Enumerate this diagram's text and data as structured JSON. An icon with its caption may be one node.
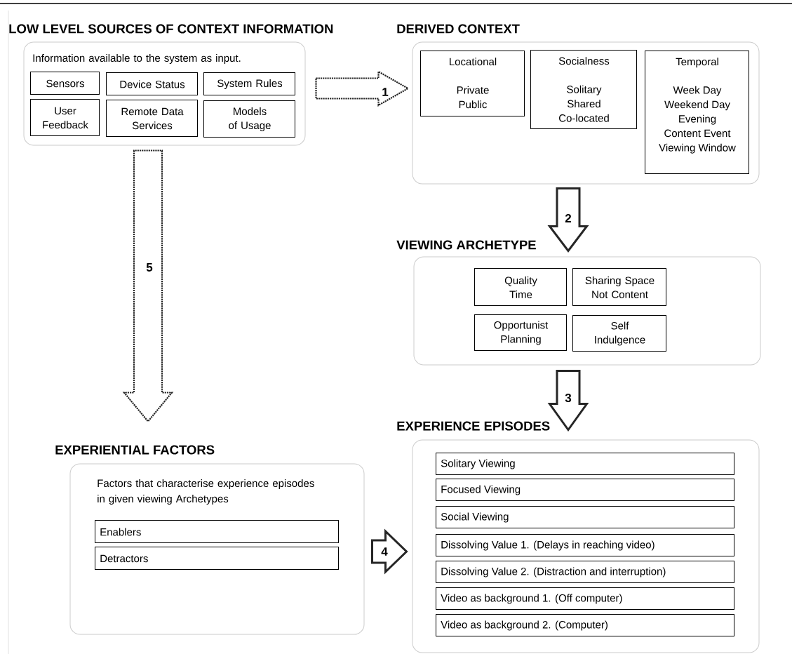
{
  "diagram": {
    "nodes": [
      {
        "text": [
          "LOW LEVEL SOURCES OF CONTEXT INFORMATION",
          "Information available to the system as input."
        ]
      },
      {
        "text": [
          "Sensors"
        ],
        "in": 0
      },
      {
        "text": [
          "Device Status"
        ],
        "in": 0
      },
      {
        "text": [
          "System Rules"
        ],
        "in": 0
      },
      {
        "text": [
          "User Feedback"
        ],
        "in": 0
      },
      {
        "text": [
          "Remote Data Services"
        ],
        "in": 0
      },
      {
        "text": [
          "Models of Usage"
        ],
        "in": 0
      },
      {
        "text": [
          "DERIVED CONTEXT"
        ]
      },
      {
        "text": [
          "Locational",
          "Private",
          "Public"
        ],
        "in": 7
      },
      {
        "text": [
          "Socialness",
          "Solitary",
          "Shared",
          "Co-located"
        ],
        "in": 7
      },
      {
        "text": [
          "Temporal",
          "Week Day",
          "Weekend Day",
          "Evening",
          "Content Event",
          "Viewing Window"
        ],
        "in": 7
      },
      {
        "text": [
          "VIEWING ARCHETYPE"
        ]
      },
      {
        "text": [
          "Quality Time"
        ],
        "in": 11
      },
      {
        "text": [
          "Sharing Space Not Content"
        ],
        "in": 11
      },
      {
        "text": [
          "Opportunist Planning"
        ],
        "in": 11
      },
      {
        "text": [
          "Self Indulgence"
        ],
        "in": 11
      },
      {
        "text": [
          "EXPERIENTIAL FACTORS",
          "Factors that characterise experience episodes in given viewing Archetypes"
        ]
      },
      {
        "text": [
          "Enablers"
        ],
        "in": 16
      },
      {
        "text": [
          "Detractors"
        ],
        "in": 16
      },
      {
        "text": [
          "EXPERIENCE EPISODES"
        ]
      },
      {
        "text": [
          "Solitary Viewing"
        ],
        "in": 19
      },
      {
        "text": [
          "Focused Viewing"
        ],
        "in": 19
      },
      {
        "text": [
          "Social Viewing"
        ],
        "in": 19
      },
      {
        "text": [
          "Dissolving Value 1. (Delays in reaching video)"
        ],
        "in": 19
      },
      {
        "text": [
          "Dissolving Value 2. (Distraction and interruption)"
        ],
        "in": 19
      },
      {
        "text": [
          "Video as background 1. (Off computer)"
        ],
        "in": 19
      },
      {
        "text": [
          "Video as background 2. (Computer)"
        ],
        "in": 19
      }
    ],
    "edges": [
      {
        "from": 0,
        "to": 7,
        "arrow": "to",
        "label": "1",
        "style": "dashed"
      },
      {
        "from": 7,
        "to": 11,
        "arrow": "to",
        "label": "2"
      },
      {
        "from": 11,
        "to": 19,
        "arrow": "to",
        "label": "3"
      },
      {
        "from": 16,
        "to": 19,
        "arrow": "to",
        "label": "4"
      },
      {
        "from": 0,
        "to": 16,
        "arrow": "to",
        "label": "5",
        "style": "dashed"
      }
    ]
  }
}
